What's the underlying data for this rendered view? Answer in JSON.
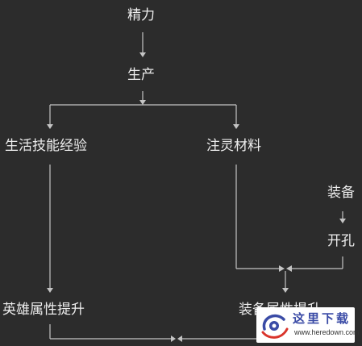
{
  "nodes": {
    "jingli": "精力",
    "shengchan": "生产",
    "skill": "生活技能经验",
    "zhuling": "注灵材料",
    "zhuangbei": "装备",
    "kaikong": "开孔",
    "hero": "英雄属性提升",
    "equipup": "装备属性提升"
  },
  "watermark": {
    "name_cn": "这里下载",
    "url": "www.heredown.com"
  },
  "colors": {
    "background": "#2c2c2c",
    "line": "#c4c4c4",
    "text": "#ededed",
    "watermark_blue": "#3a4ba6",
    "watermark_red": "#d9342b"
  }
}
